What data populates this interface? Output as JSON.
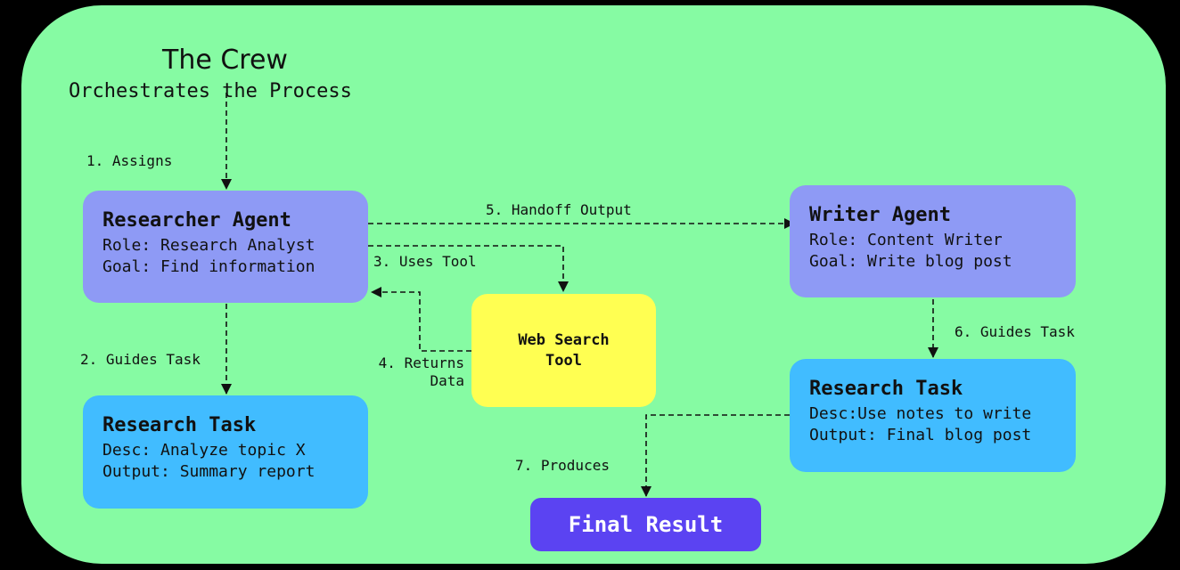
{
  "title": "The Crew",
  "subtitle": "Orchestrates the Process",
  "researcher_agent": {
    "title": "Researcher Agent",
    "role": "Role: Research Analyst",
    "goal": "Goal: Find information"
  },
  "writer_agent": {
    "title": "Writer Agent",
    "role": "Role: Content Writer",
    "goal": "Goal: Write blog post"
  },
  "research_task_left": {
    "title": "Research Task",
    "desc": "Desc: Analyze topic X",
    "output": "Output: Summary report"
  },
  "research_task_right": {
    "title": "Research Task",
    "desc": "Desc:Use notes to write",
    "output": "Output: Final blog post"
  },
  "tool": {
    "line1": "Web Search",
    "line2": "Tool"
  },
  "final_result": "Final Result",
  "steps": {
    "assigns": "1. Assigns",
    "guides_task_2": "2. Guides Task",
    "uses_tool": "3. Uses Tool",
    "returns_1": "4. Returns",
    "returns_2": "Data",
    "handoff": "5. Handoff Output",
    "guides_task_6": "6. Guides Task",
    "produces": "7. Produces"
  },
  "colors": {
    "background": "#86fba3",
    "agent": "#8e9af5",
    "task": "#41bcff",
    "tool": "#ffff52",
    "final": "#5b43f2"
  }
}
